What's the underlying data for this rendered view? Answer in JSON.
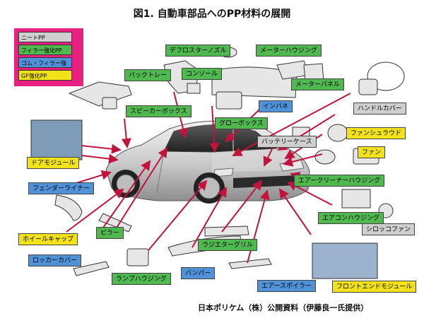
{
  "title": "図1. 自動車部品へのPP材料の展開",
  "legend": [
    {
      "label": "ニートPP",
      "color": "#cfcfcf"
    },
    {
      "label": "フィラー強化PP",
      "color": "#4fb84f"
    },
    {
      "label": "ゴム・フィラー強化PP",
      "color": "#4f92d8"
    },
    {
      "label": "GF強化PP",
      "color": "#f2e21a"
    }
  ],
  "labels": {
    "defroster_nozzle": "デフロスターノズル",
    "meter_housing": "メーターハウジング",
    "back_tray": "バックトレー",
    "console": "コンソール",
    "meter_panel": "メーターパネル",
    "speaker_box": "スピーカーボックス",
    "inpane": "インパネ",
    "handle_cover": "ハンドルカバー",
    "glove_box": "グローボックス",
    "fan_shroud": "ファンシュラウド",
    "battery_case": "バッテリーケース",
    "door_module": "ドアモジュール",
    "fan": "ファン",
    "fender_liner": "フェンダーライナー",
    "air_cleaner_housing": "エアークリーナーハウジング",
    "aircon_housing": "エアコンハウジング",
    "sirocco_fan": "シロッコファン",
    "wheel_cap": "ホイールキャップ",
    "pillar": "ピラー",
    "radiator_grille": "ラジエターグリル",
    "rocker_cover": "ロッカーカバー",
    "bumper": "バンパー",
    "lamp_housing": "ランプハウジング",
    "air_spoiler": "エアースポイラー",
    "front_end_module": "フロントエンドモジュール"
  },
  "credit": "日本ポリケム（株）公開資料（伊藤良一氏提供）"
}
